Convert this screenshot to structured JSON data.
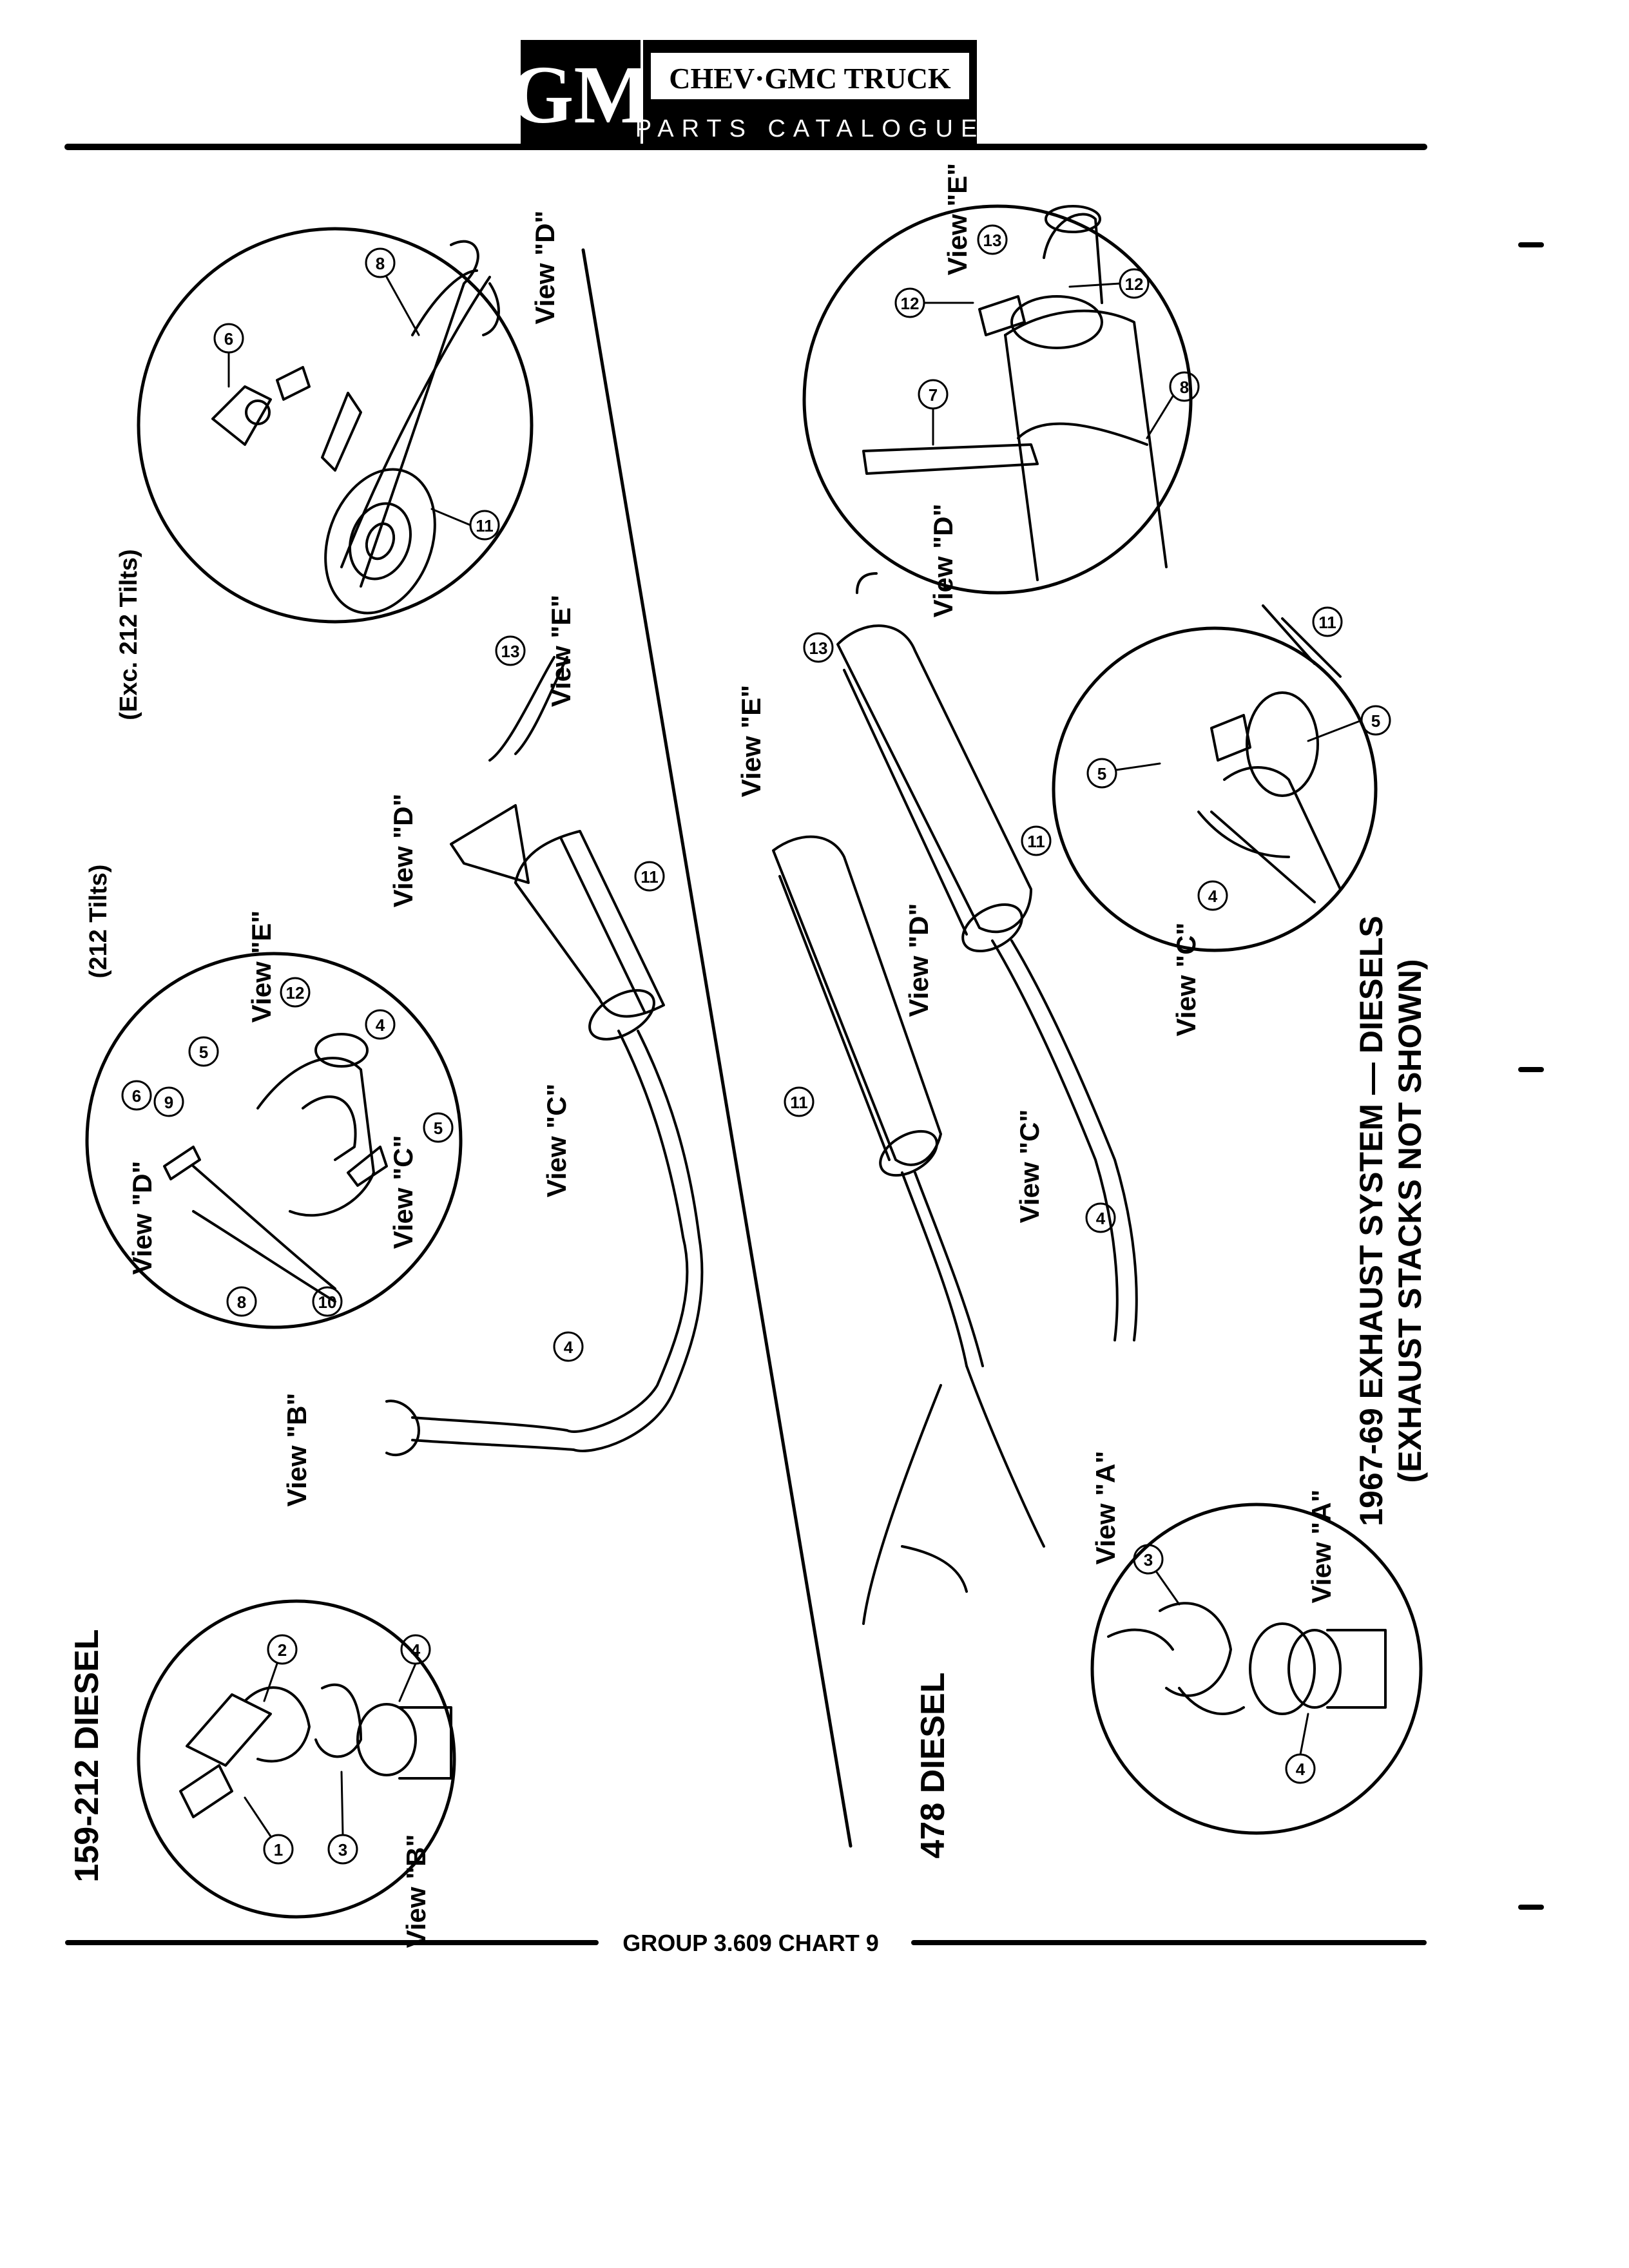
{
  "header": {
    "logo": "GM",
    "title": "CHEV·GMC TRUCK",
    "subtitle": "PARTS CATALOGUE"
  },
  "footer": {
    "group_chart": "GROUP 3.609 CHART 9"
  },
  "diagram": {
    "main_title": "1967-69 EXHAUST SYSTEM — DIESELS",
    "main_subtitle": "(EXHAUST STACKS NOT SHOWN)",
    "left_system_label": "159-212 DIESEL",
    "right_system_label": "478 DIESEL",
    "notes": {
      "exc_212_tilts": "(Exc. 212 Tilts)",
      "tilts_212": "(212 Tilts)"
    },
    "view_labels": {
      "A": "View \"A\"",
      "B": "View \"B\"",
      "C": "View \"C\"",
      "D": "View \"D\"",
      "E": "View \"E\""
    },
    "callouts": [
      "1",
      "2",
      "3",
      "4",
      "5",
      "6",
      "7",
      "8",
      "9",
      "10",
      "11",
      "12",
      "13"
    ]
  },
  "colors": {
    "ink": "#000000",
    "paper": "#ffffff"
  }
}
